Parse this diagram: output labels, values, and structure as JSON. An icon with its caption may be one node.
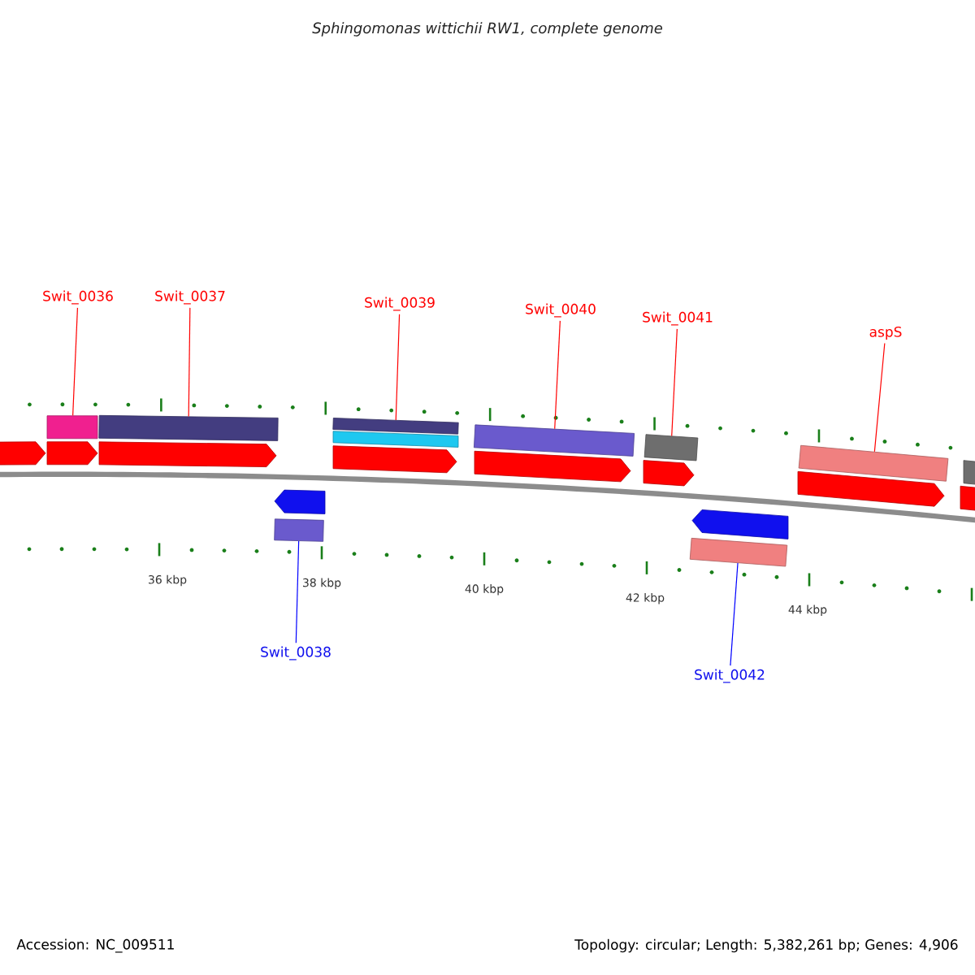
{
  "diagram": {
    "title": "Sphingomonas wittichii RW1, complete genome",
    "nodes": [
      {
        "text": [
          "Swit_0036"
        ]
      },
      {
        "text": [
          "Swit_0037"
        ]
      },
      {
        "text": [
          "Swit_0039"
        ]
      },
      {
        "text": [
          "Swit_0040"
        ]
      },
      {
        "text": [
          "Swit_0041"
        ]
      },
      {
        "text": [
          "aspS"
        ]
      },
      {
        "text": [
          "Swit_0038"
        ]
      },
      {
        "text": [
          "Swit_0042"
        ]
      },
      {
        "text": [],
        "shape": "bar"
      },
      {
        "text": [],
        "shape": "bar"
      },
      {
        "text": [],
        "shape": "bar"
      },
      {
        "text": [],
        "shape": "bar"
      },
      {
        "text": [],
        "shape": "bar"
      },
      {
        "text": [],
        "shape": "bar"
      },
      {
        "text": [],
        "shape": "bar"
      },
      {
        "text": [],
        "shape": "bar"
      }
    ],
    "edges": [
      {
        "from": 0,
        "to": 8,
        "arrow": "none"
      },
      {
        "from": 1,
        "to": 9,
        "arrow": "none"
      },
      {
        "from": 2,
        "to": 11,
        "arrow": "none"
      },
      {
        "from": 3,
        "to": 12,
        "arrow": "none"
      },
      {
        "from": 4,
        "to": 13,
        "arrow": "none"
      },
      {
        "from": 5,
        "to": 15,
        "arrow": "none"
      },
      {
        "from": 6,
        "to": 10,
        "arrow": "none",
        "color": "#0000ff"
      },
      {
        "from": 7,
        "to": 14,
        "arrow": "none",
        "color": "#0000ff"
      }
    ],
    "labels": [
      "36 kbp",
      "38 kbp",
      "40 kbp",
      "42 kbp",
      "44 kbp",
      "Accession: NC_009511",
      "Topology: circular; Length: 5,382,261 bp; Genes: 4,906"
    ]
  }
}
